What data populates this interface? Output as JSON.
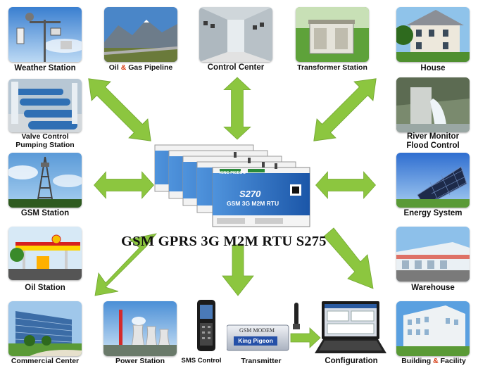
{
  "labels": {
    "weather": "Weather Station",
    "oil_gas_a": "Oil",
    "oil_gas_amp": "&",
    "oil_gas_b": "Gas Pipeline",
    "control": "Control Center",
    "transformer": "Transformer Station",
    "house": "House",
    "valve_1": "Valve Control",
    "valve_2": "Pumping Station",
    "river_1": "River Monitor",
    "river_2": "Flood Control",
    "gsm": "GSM Station",
    "energy": "Energy System",
    "oil_station": "Oil Station",
    "warehouse": "Warehouse",
    "commercial": "Commercial Center",
    "power": "Power Station",
    "sms": "SMS Control",
    "transmitter": "Transmitter",
    "configuration": "Configuration",
    "building_a": "Building",
    "building_amp": "&",
    "building_b": "Facility"
  },
  "title": "GSM GPRS 3G M2M RTU   S275",
  "device": {
    "model": "S270",
    "subtitle": "GSM 3G M2M RTU",
    "brand": "KING PIGEON"
  },
  "modem": {
    "label": "GSM MODEM",
    "brand": "King Pigeon"
  },
  "colors": {
    "arrow": "#8cc63f",
    "device_blue": "#1e5fb4",
    "accent": "#d63a10"
  }
}
